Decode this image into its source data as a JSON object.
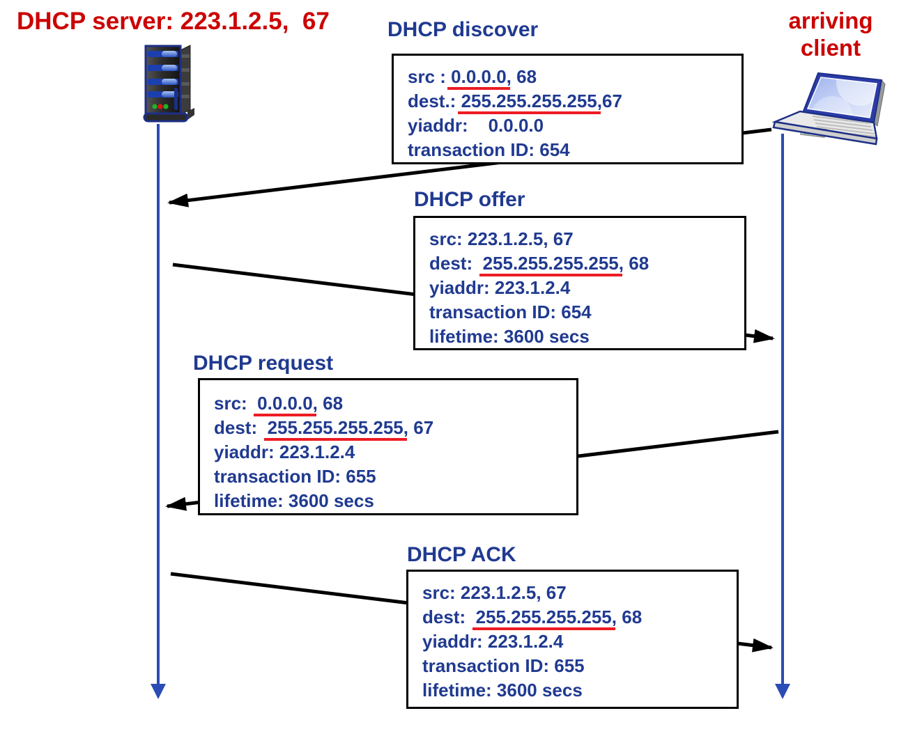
{
  "header": {
    "server_title": "DHCP server: 223.1.2.5,  67",
    "client_title_line1": "arriving",
    "client_title_line2": "client"
  },
  "colors": {
    "heading_red": "#CC0000",
    "text_navy": "#203A90",
    "timeline_blue": "#2B4BB5",
    "underline_red": "#ED1C24",
    "arrow_black": "#000000",
    "box_background": "#FFFFFF"
  },
  "icons": {
    "server": "server-tower-icon",
    "client": "laptop-icon"
  },
  "flows": [
    {
      "message": "DHCP discover",
      "from": "arriving client",
      "to": "DHCP server"
    },
    {
      "message": "DHCP offer",
      "from": "DHCP server",
      "to": "arriving client"
    },
    {
      "message": "DHCP request",
      "from": "arriving client",
      "to": "DHCP server"
    },
    {
      "message": "DHCP ACK",
      "from": "DHCP server",
      "to": "arriving client"
    }
  ],
  "boxes": [
    {
      "name": "discover",
      "label": "DHCP discover",
      "lines": [
        {
          "pre": "src : ",
          "u": "0.0.0.0",
          "post": ", 68"
        },
        {
          "pre": "dest.: ",
          "u": "255.255.255.255",
          "post": ",67"
        },
        {
          "pre": "yiaddr:    0.0.0.0"
        },
        {
          "pre": "transaction ID: 654"
        }
      ]
    },
    {
      "name": "offer",
      "label": "DHCP offer",
      "lines": [
        {
          "pre": "src: 223.1.2.5, 67"
        },
        {
          "pre": "dest:  ",
          "u": "255.255.255.255",
          "post": ", 68"
        },
        {
          "pre": "yiaddr: 223.1.2.4"
        },
        {
          "pre": "transaction ID: 654"
        },
        {
          "pre": "lifetime: 3600 secs"
        }
      ]
    },
    {
      "name": "request",
      "label": "DHCP request",
      "lines": [
        {
          "pre": "src:  ",
          "u": "0.0.0.0",
          "post": ", 68"
        },
        {
          "pre": "dest:  ",
          "u": "255.255.255.255",
          "post": ", 67"
        },
        {
          "pre": "yiaddr: 223.1.2.4"
        },
        {
          "pre": "transaction ID: 655"
        },
        {
          "pre": "lifetime: 3600 secs"
        }
      ]
    },
    {
      "name": "ack",
      "label": "DHCP ACK",
      "lines": [
        {
          "pre": "src: 223.1.2.5, 67"
        },
        {
          "pre": "dest:  ",
          "u": "255.255.255.255",
          "post": ", 68"
        },
        {
          "pre": "yiaddr: 223.1.2.4"
        },
        {
          "pre": "transaction ID: 655"
        },
        {
          "pre": "lifetime: 3600 secs"
        }
      ]
    }
  ]
}
